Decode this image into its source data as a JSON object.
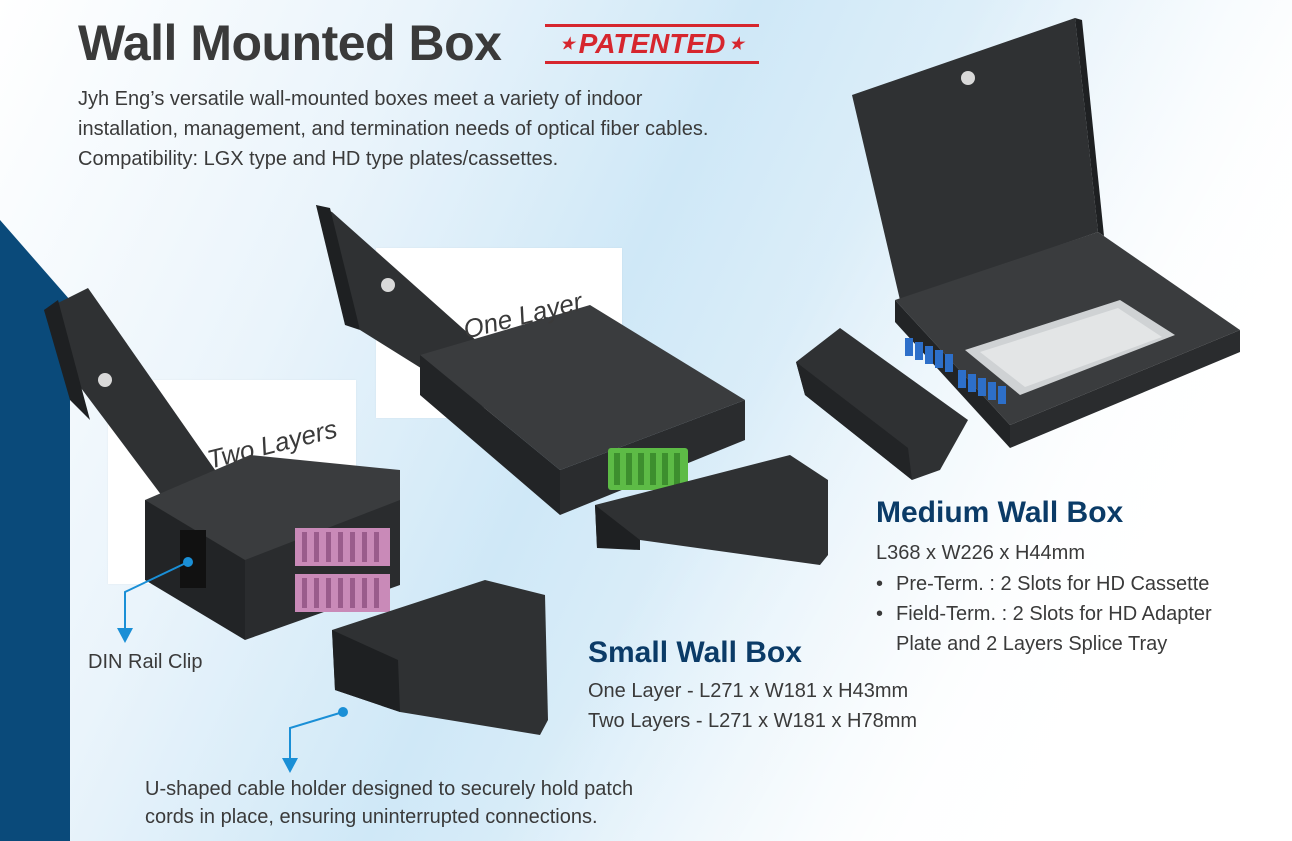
{
  "header": {
    "title": "Wall Mounted Box",
    "badge": "PATENTED",
    "badge_star": "★"
  },
  "intro": {
    "line1": "Jyh Eng’s versatile wall-mounted boxes meet a variety of indoor",
    "line2": "installation, management, and termination needs of optical fiber cables.",
    "line3": "Compatibility: LGX type and HD type plates/cassettes."
  },
  "labels": {
    "one_layer": "One Layer",
    "two_layers": "Two Layers"
  },
  "medium_box": {
    "heading": "Medium Wall Box",
    "dimensions": "L368 x W226 x H44mm",
    "bullets": [
      "Pre-Term. : 2 Slots for HD Cassette",
      "Field-Term. : 2 Slots for HD Adapter",
      "Plate and 2 Layers Splice Tray"
    ]
  },
  "small_box": {
    "heading": "Small Wall Box",
    "line1": "One Layer - L271 x W181 x H43mm",
    "line2": "Two Layers - L271 x W181 x H78mm"
  },
  "callouts": {
    "din_rail": "DIN Rail Clip",
    "holder_line1": "U-shaped cable holder designed to securely hold patch",
    "holder_line2": "cords in place, ensuring uninterrupted connections."
  },
  "colors": {
    "accent_red": "#d6262e",
    "heading_blue": "#0b3b67",
    "sidebar_blue": "#0a4a7a",
    "callout_blue": "#1a8fd6",
    "box_dark": "#2f3133",
    "adapter_green": "#5dbb46",
    "adapter_pink": "#c98ab8",
    "adapter_blue": "#2d6fc9"
  }
}
